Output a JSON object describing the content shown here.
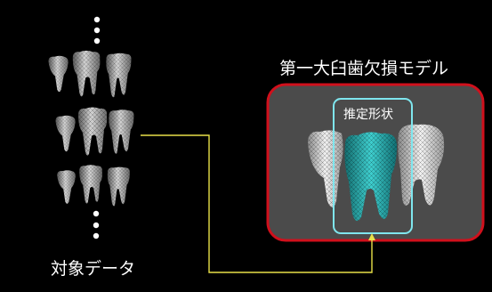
{
  "model_title": "第一大臼歯欠損モデル",
  "estimated_shape_label": "推定形状",
  "target_data_label": "対象データ",
  "colors": {
    "background": "#000000",
    "model_panel_fill": "#4b4b4b",
    "model_panel_border": "#d0101c",
    "estimated_box_border": "#7fe6ee",
    "connector_line": "#e8e048",
    "estimated_tooth": "#2bb8b8",
    "sample_teeth": "#b8b8b8"
  }
}
